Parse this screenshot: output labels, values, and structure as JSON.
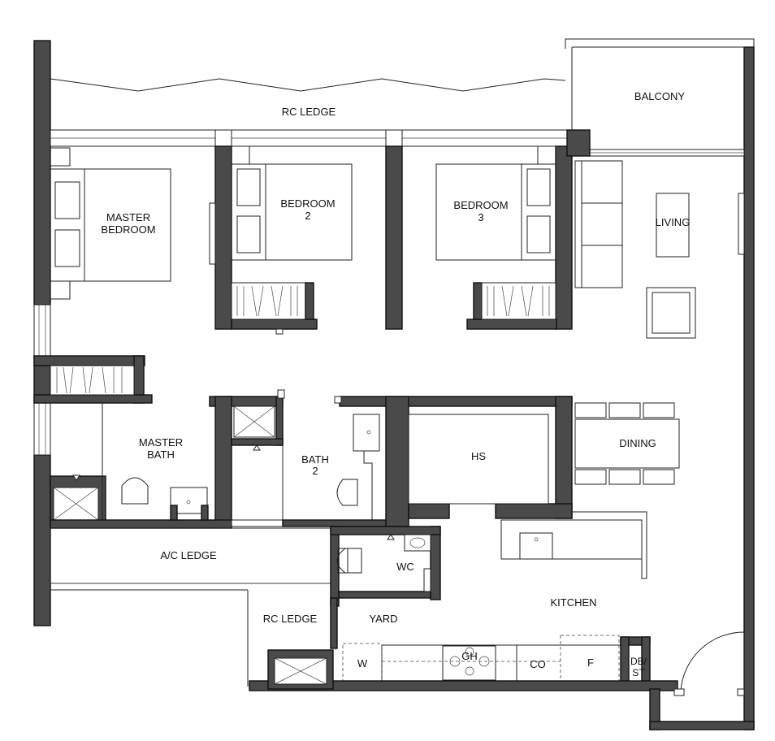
{
  "labels": {
    "rc_ledge_top": "RC LEDGE",
    "balcony": "BALCONY",
    "master_bedroom_1": "MASTER",
    "master_bedroom_2": "BEDROOM",
    "bedroom2_1": "BEDROOM",
    "bedroom2_2": "2",
    "bedroom3_1": "BEDROOM",
    "bedroom3_2": "3",
    "living": "LIVING",
    "master_bath_1": "MASTER",
    "master_bath_2": "BATH",
    "bath2_1": "BATH",
    "bath2_2": "2",
    "hs": "HS",
    "dining": "DINING",
    "ac_ledge": "A/C LEDGE",
    "wc": "WC",
    "kitchen": "KITCHEN",
    "rc_ledge_bottom": "RC LEDGE",
    "yard": "YARD",
    "washer": "W",
    "gas_hob": "GH",
    "cooker_oven": "CO",
    "fridge": "F",
    "db_st_1": "DB/",
    "db_st_2": "ST"
  }
}
